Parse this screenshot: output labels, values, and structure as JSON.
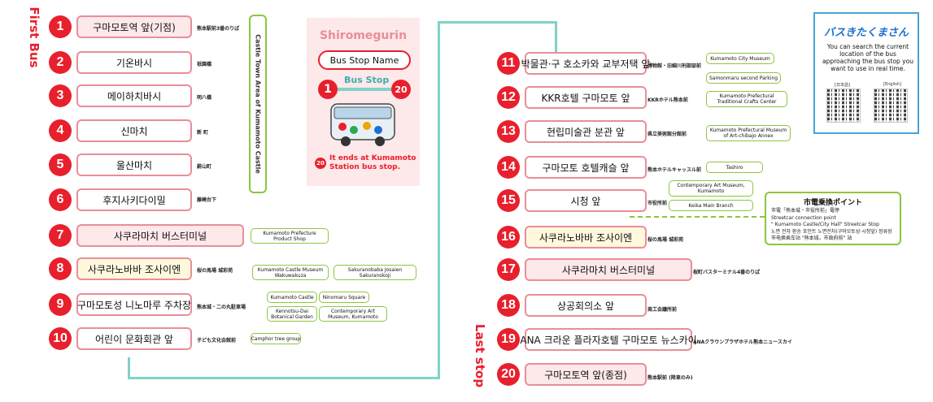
{
  "first_bus_label": "First Bus",
  "last_stop_label": "Last stop",
  "castle_area_label": "Castle Town Area of Kumamoto Castle",
  "legend": {
    "title": "Shiromegurin",
    "pill": "Bus Stop Name",
    "bus_stop": "Bus Stop",
    "num_first": "1",
    "num_last": "20",
    "note_num": "20",
    "note": "It ends at Kumamoto Station bus stop."
  },
  "info": {
    "logo": "バスきたくまさん",
    "desc": "You can search the current location of the bus approaching the bus stop you want to use in real time.",
    "lang_jp": "[日本語]",
    "lang_en": "[English]"
  },
  "connection": {
    "title": "市電乗換ポイント",
    "line1": "市電「熊本城・市役所前」電停",
    "line2": "Streetcar connection point",
    "line3": "\" Kumamoto Castle/City Hall\" Streetcar Stop",
    "line4": "노면 전차 환승 포인트 노면전차(구마모토성·시청앞) 정류장",
    "line5": "市电换乘车站 \"熊本城，市政府前\" 站"
  },
  "stops": [
    {
      "num": "1",
      "name": "구마모토역 앞(기점)",
      "jp": "熊本駅前3番のりば"
    },
    {
      "num": "2",
      "name": "기온바시",
      "jp": "祇園橋"
    },
    {
      "num": "3",
      "name": "메이하치바시",
      "jp": "明八橋"
    },
    {
      "num": "4",
      "name": "신마치",
      "jp": "新 町"
    },
    {
      "num": "5",
      "name": "울산마치",
      "jp": "蔚山町"
    },
    {
      "num": "6",
      "name": "후지사키다이밀",
      "jp": "藤崎台下"
    },
    {
      "num": "7",
      "name": "사쿠라마치 버스터미널",
      "jp": ""
    },
    {
      "num": "8",
      "name": "사쿠라노바바 조사이엔",
      "jp": "桜の馬場 城彩苑"
    },
    {
      "num": "9",
      "name": "구마모토성 니노마루 주차장",
      "jp": "熊本城・二の丸駐車場"
    },
    {
      "num": "10",
      "name": "어린이 문화회관 앞",
      "jp": "子ども文化会館前"
    },
    {
      "num": "11",
      "name": "박물관·구 호소카와 교부저택 앞",
      "jp": "博物館・旧細川刑部邸前"
    },
    {
      "num": "12",
      "name": "KKR호텔 구마모토 앞",
      "jp": "KKRホテル熊本前"
    },
    {
      "num": "13",
      "name": "현립미술관 분관 앞",
      "jp": "県立美術館分館前"
    },
    {
      "num": "14",
      "name": "구마모토 호텔캐슬 앞",
      "jp": "熊本ホテルキャッスル前"
    },
    {
      "num": "15",
      "name": "시청 앞",
      "jp": "市役所前"
    },
    {
      "num": "16",
      "name": "사쿠라노바바 조사이엔",
      "jp": "桜の馬場 城彩苑"
    },
    {
      "num": "17",
      "name": "사쿠라마치 버스터미널",
      "jp": "桜町バスターミナル4番のりば"
    },
    {
      "num": "18",
      "name": "상공회의소 앞",
      "jp": "商工会議所前"
    },
    {
      "num": "19",
      "name": "ANA 크라운 플라자호텔 구마모토 뉴스카이",
      "jp": "ANAクラウンプラザホテル熊本ニュースカイ"
    },
    {
      "num": "20",
      "name": "구마모토역 앞(종점)",
      "jp": "熊本駅前 (降車のみ)"
    }
  ],
  "sights": {
    "s7": [
      "Kumamoto Prefecture Product Shop"
    ],
    "s8": [
      "Kumamoto Castle Museum Wakuwakuza",
      "Sakuranobaba Josaien Sakuranokoji"
    ],
    "s9": [
      "Kumamoto Castle",
      "Ninomaru Square",
      "Kennotsu-Dai Botanical Garden",
      "Contemporary Art Museum, Kumamoto"
    ],
    "s10": [
      "Camphor tree group"
    ],
    "s11": [
      "Kumamoto City Museum",
      "Samonmaru second Parking"
    ],
    "s12": [
      "Kumamoto Prefectural Traditional Crafts Center"
    ],
    "s13": [
      "Kumamoto Prefectural Museum of Art-chibajo Annex"
    ],
    "s14": [
      "Tashiro"
    ],
    "s15": [
      "Contemporary Art Museum, Kumamoto",
      "Keika Main Branch"
    ]
  }
}
